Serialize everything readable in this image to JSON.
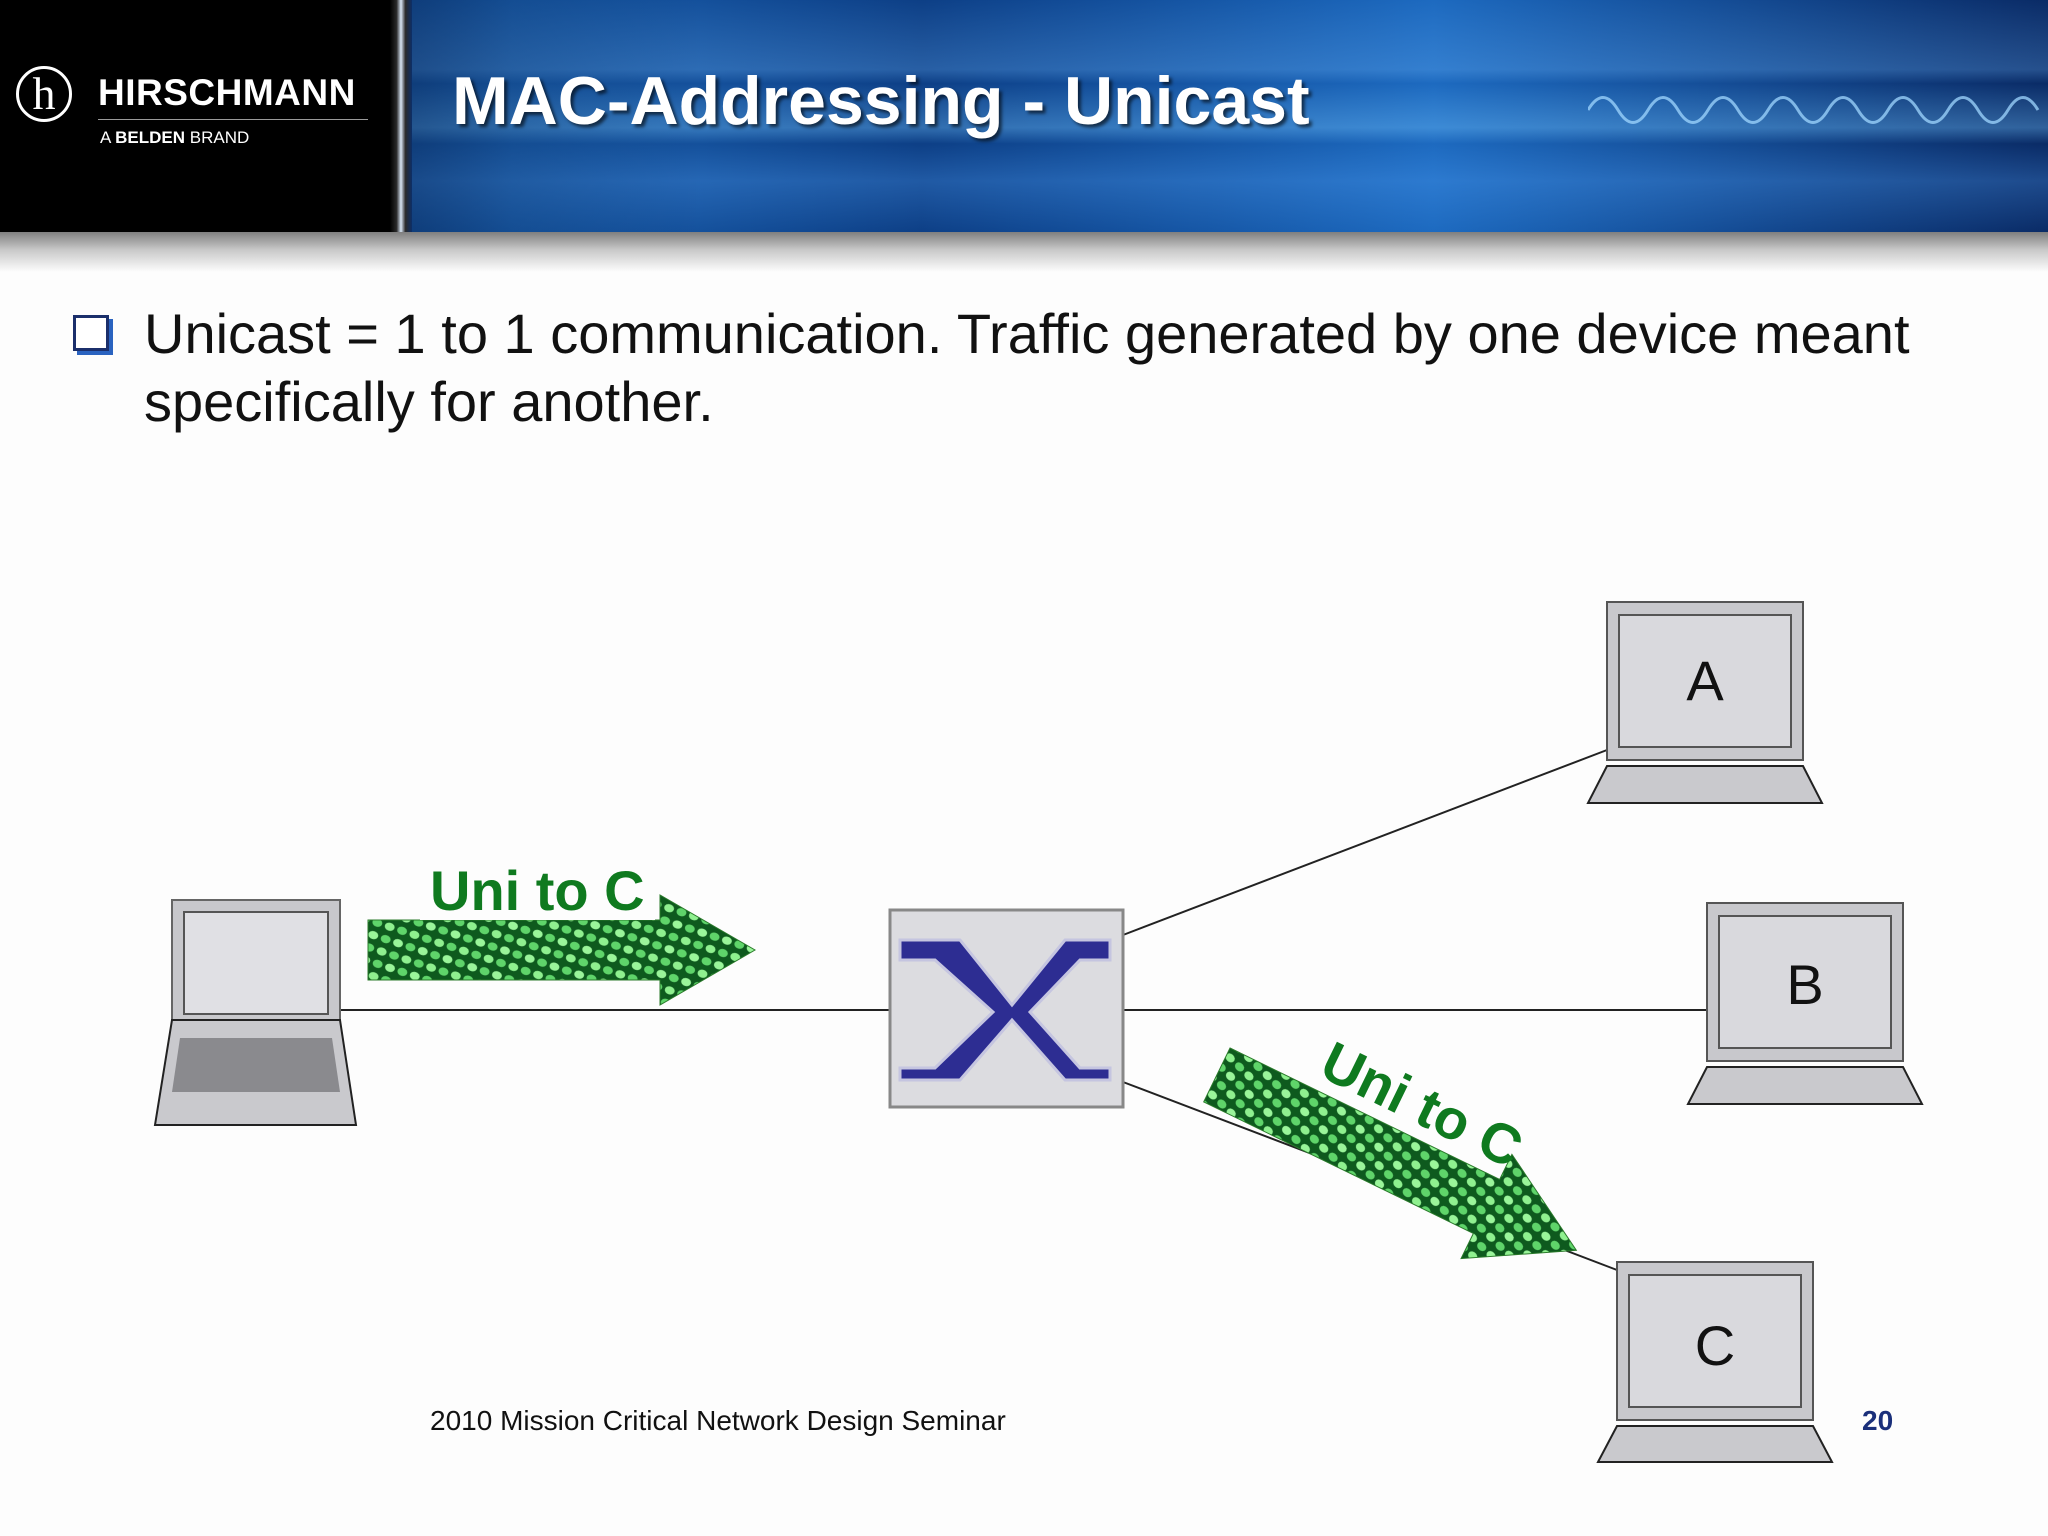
{
  "logo": {
    "name": "HIRSCHMANN",
    "tagline_prefix": "A ",
    "tagline_brand": "BELDEN",
    "tagline_suffix": " BRAND",
    "glyph": "h"
  },
  "title": "MAC-Addressing - Unicast",
  "bullet": "Unicast = 1 to 1 communication. Traffic generated by one device meant specifically for another.",
  "diagram": {
    "nodes": [
      {
        "id": "A",
        "label": "A"
      },
      {
        "id": "B",
        "label": "B"
      },
      {
        "id": "C",
        "label": "C"
      }
    ],
    "arrows": [
      {
        "label": "Uni to C"
      },
      {
        "label": "Uni to C"
      }
    ]
  },
  "footer": "2010 Mission Critical Network Design Seminar",
  "page_number": "20",
  "colors": {
    "arrow_text": "#0f7a1f",
    "switch_blue": "#2d2d92",
    "header_blue": "#1a5fae"
  }
}
